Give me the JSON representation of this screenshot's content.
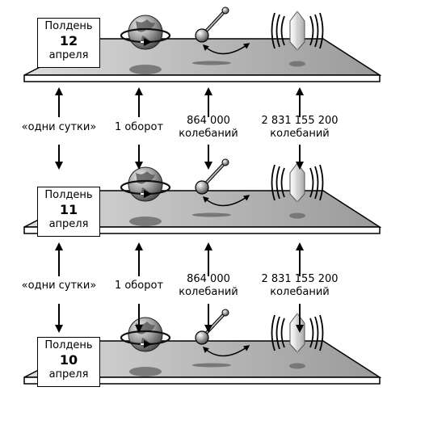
{
  "levels": [
    {
      "noon": "Полдень",
      "day": "12",
      "month": "апреля"
    },
    {
      "noon": "Полдень",
      "day": "11",
      "month": "апреля"
    },
    {
      "noon": "Полдень",
      "day": "10",
      "month": "апреля"
    }
  ],
  "gaps": [
    {
      "day_label": "«одни сутки»",
      "earth_label": "1 оборот",
      "pendulum_value": "864 000",
      "pendulum_unit": "колебаний",
      "crystal_value": "2 831 155 200",
      "crystal_unit": "колебаний"
    },
    {
      "day_label": "«одни сутки»",
      "earth_label": "1 оборот",
      "pendulum_value": "864 000",
      "pendulum_unit": "колебаний",
      "crystal_value": "2 831 155 200",
      "crystal_unit": "колебаний"
    }
  ],
  "icons": [
    "globe-icon",
    "pendulum-icon",
    "quartz-crystal-icon"
  ]
}
